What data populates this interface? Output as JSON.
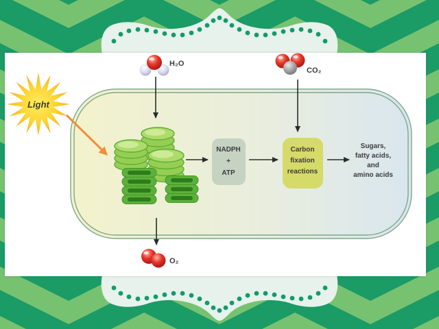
{
  "colors": {
    "chevron_dark": "#1b9b66",
    "chevron_light": "#77c271",
    "frame_mint": "#e7f2ec",
    "frame_dots": "#149a6b",
    "membrane": "#7fa78c",
    "stroma_left": "#f3f2cc",
    "stroma_right": "#d9e6ef",
    "energy_box": "#c6d3c3",
    "fixation_box": "#d6da69",
    "light_arrow": "#ef8f3a",
    "arrow": "#2b2b2b",
    "text": "#3a3a3a"
  },
  "diagram": {
    "sun_label": "Light",
    "h2o_label": "H₂O",
    "co2_label": "CO₂",
    "o2_label": "O₂",
    "energy_box_lines": [
      "NADPH",
      "+",
      "ATP"
    ],
    "fixation_box_lines": [
      "Carbon",
      "fixation",
      "reactions"
    ],
    "product_lines": [
      "Sugars,",
      "fatty acids,",
      "and",
      "amino acids"
    ]
  }
}
